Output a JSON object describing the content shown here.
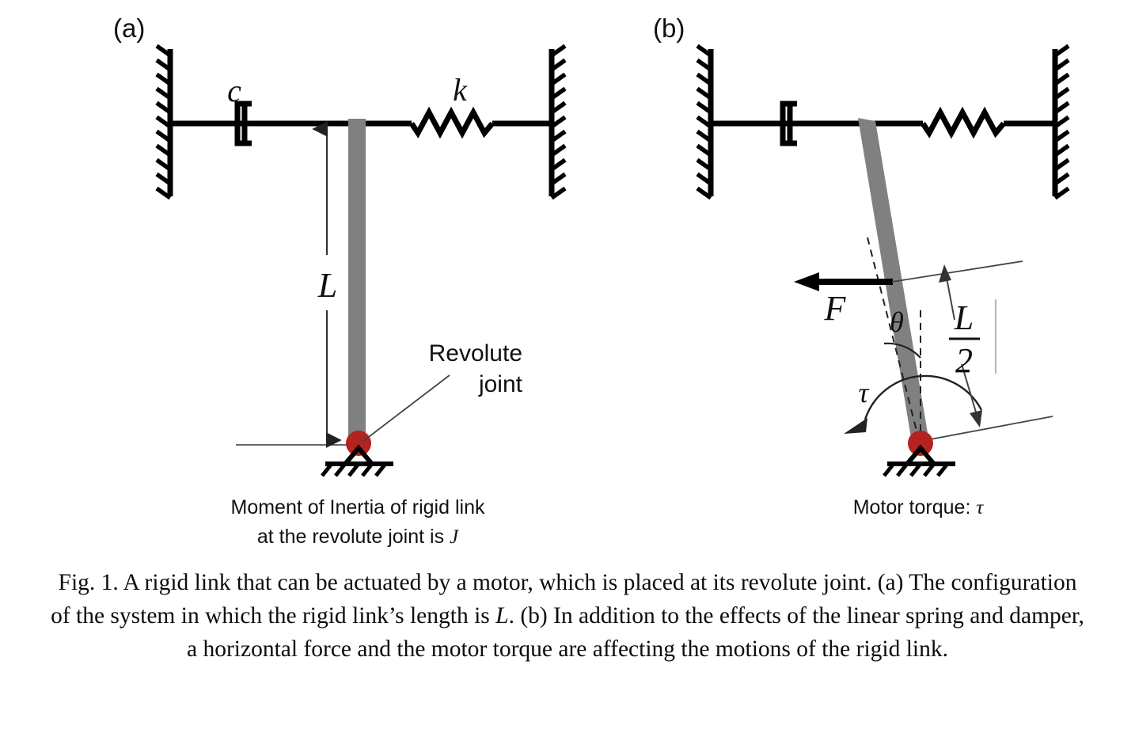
{
  "figure": {
    "panels": [
      {
        "id": "a",
        "letter": "(a)",
        "labels": {
          "damper": "c",
          "spring": "k",
          "length": "L",
          "joint_line1": "Revolute",
          "joint_line2": "joint"
        },
        "note_line1": "Moment of Inertia of rigid link",
        "note_line2_prefix": "at the revolute joint is ",
        "note_line2_symbol": "J"
      },
      {
        "id": "b",
        "letter": "(b)",
        "labels": {
          "force": "F",
          "angle": "θ",
          "torque": "τ",
          "half_length_numerator": "L",
          "half_length_denominator": "2"
        },
        "note_prefix": "Motor torque: ",
        "note_symbol": "τ"
      }
    ],
    "caption": {
      "segments": [
        {
          "text": "Fig. 1. A rigid link that can be actuated by a motor, which is placed at its revolute joint. (a) The configuration of the system in which the rigid link’s length is ",
          "italic": false
        },
        {
          "text": "L",
          "italic": true
        },
        {
          "text": ". (b) In addition to the effects of the linear spring and damper, a horizontal force and the motor torque are affecting the motions of the rigid link.",
          "italic": false
        }
      ],
      "plain": "Fig. 1. A rigid link that can be actuated by a motor, which is placed at its revolute joint. (a) The configuration of the system in which the rigid link’s length is L. (b) In addition to the effects of the linear spring and damper, a horizontal force and the motor torque are affecting the motions of the rigid link."
    },
    "colors": {
      "link_gray": "#808080",
      "joint_red": "#b4231f",
      "stroke_black": "#000000",
      "thin_gray": "#555555",
      "text": "#111111"
    }
  }
}
